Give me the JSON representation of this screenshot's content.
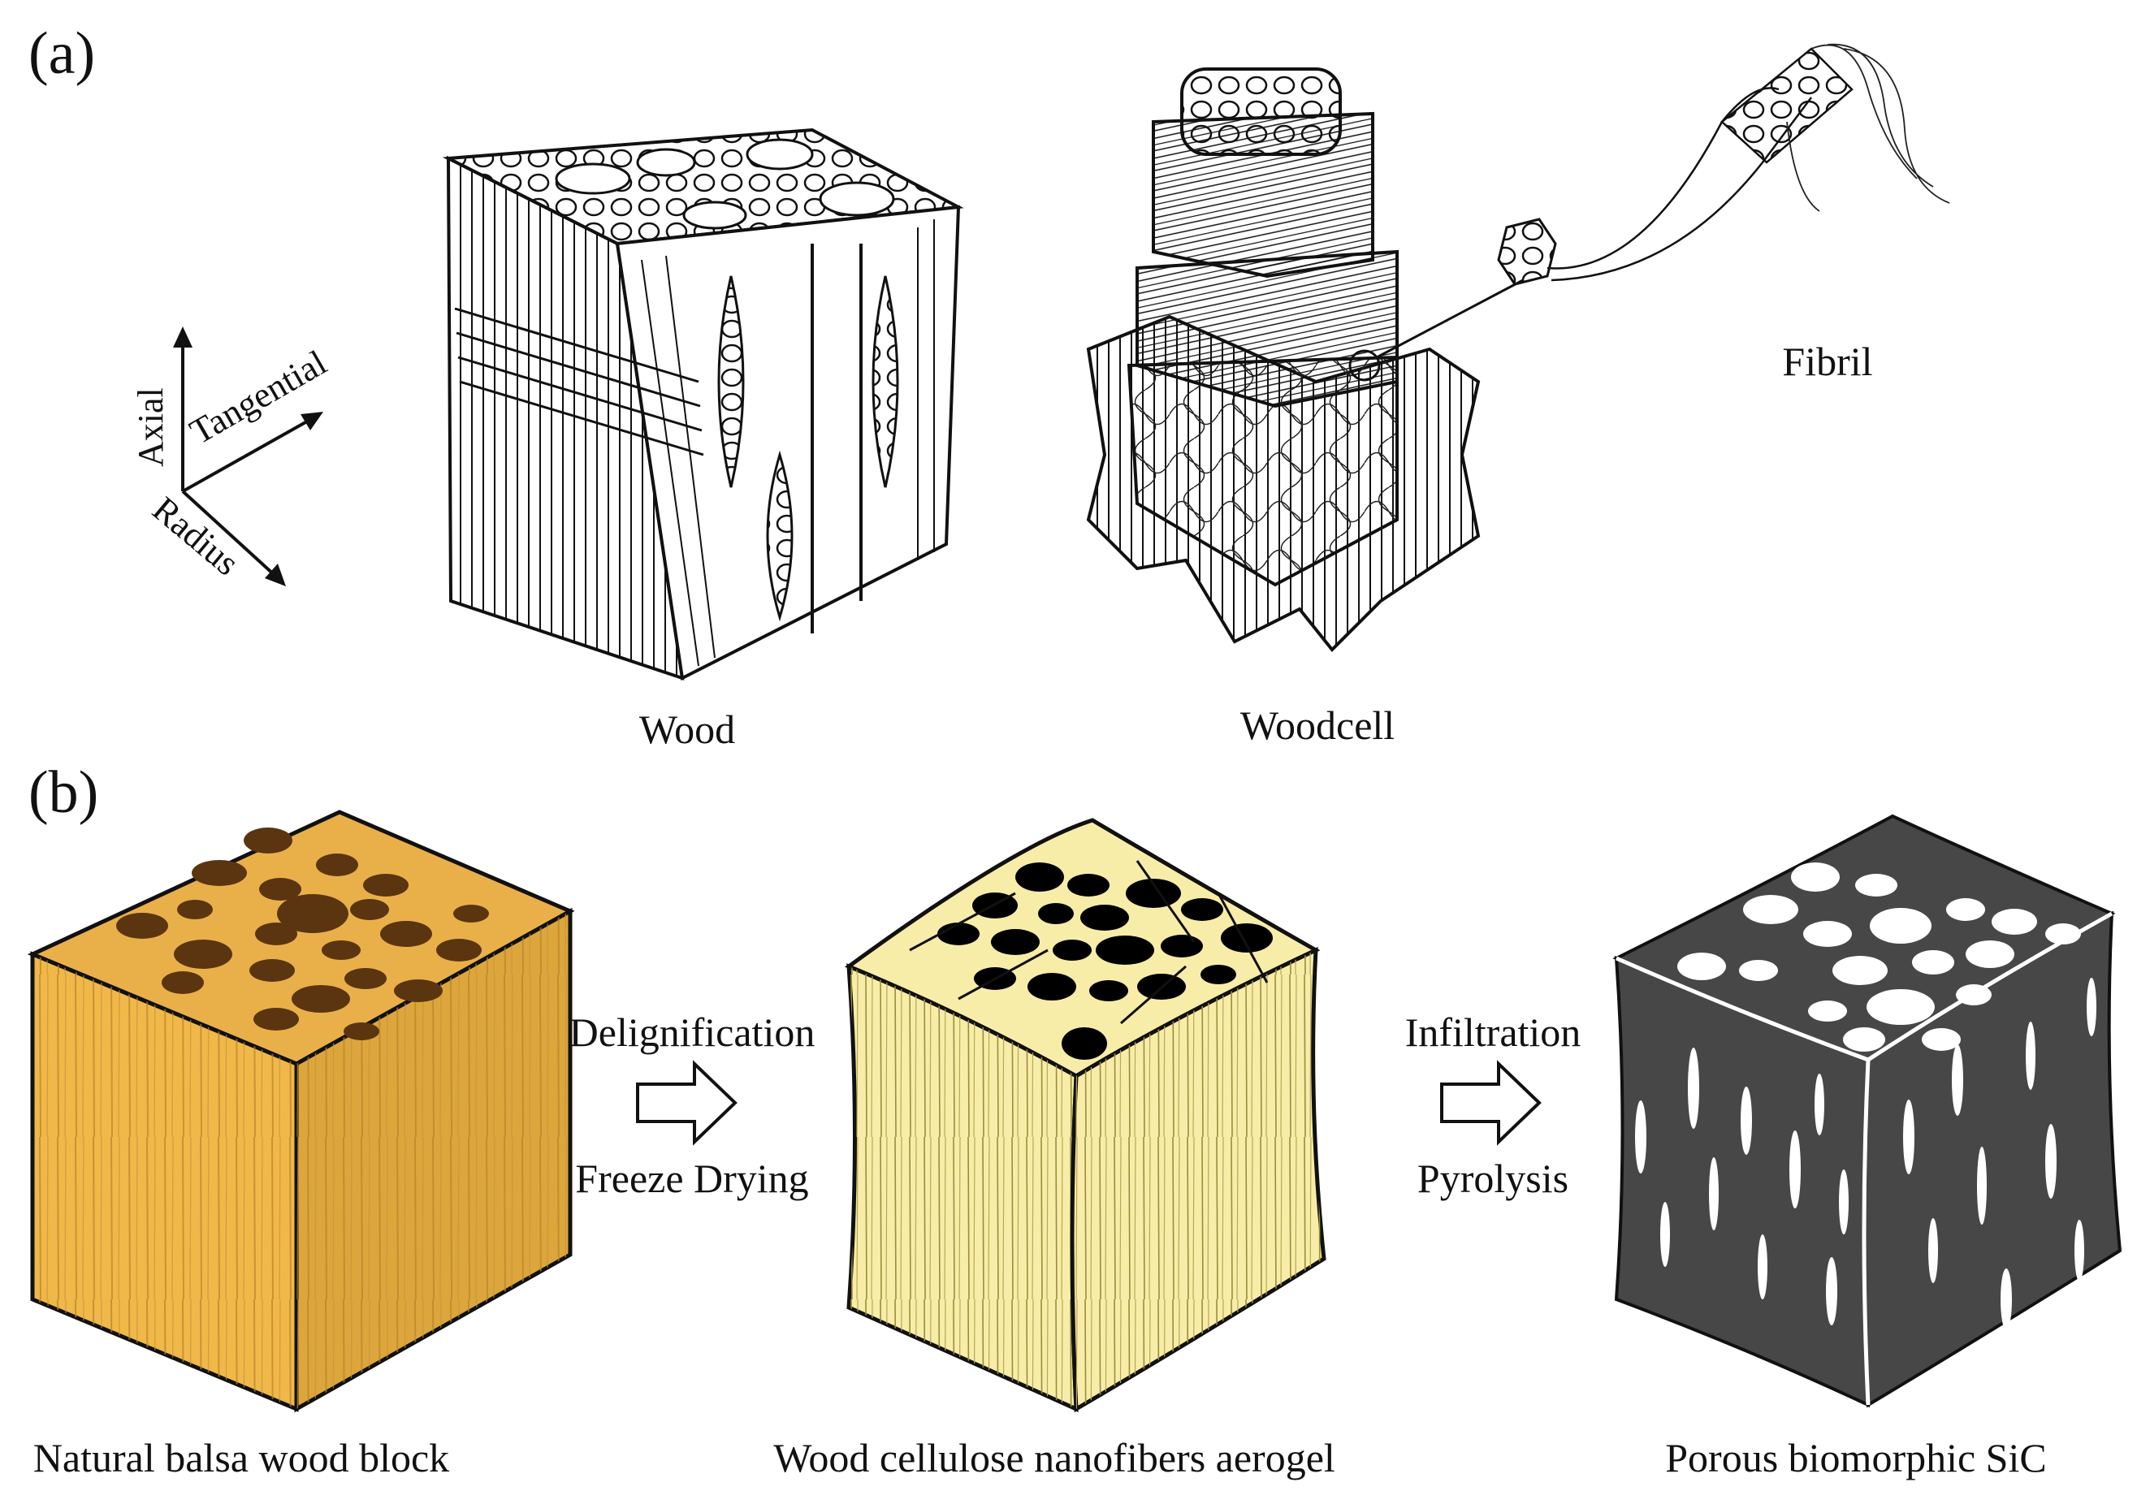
{
  "panel_a": {
    "label": "(a)",
    "axes": {
      "axial": "Axial",
      "tangential": "Tangential",
      "radius": "Radius"
    },
    "wood_caption": "Wood",
    "woodcell_caption": "Woodcell",
    "fibril_caption": "Fibril"
  },
  "panel_b": {
    "label": "(b)",
    "block1_caption": "Natural balsa wood block",
    "step1_top": "Delignification",
    "step1_bottom": "Freeze Drying",
    "block2_caption": "Wood cellulose nanofibers aerogel",
    "step2_top": "Infiltration",
    "step2_bottom": "Pyrolysis",
    "block3_caption": "Porous biomorphic SiC"
  },
  "colors": {
    "balsa_top": "#e9b04a",
    "balsa_left": "#f0b849",
    "balsa_right": "#dca63c",
    "balsa_pore": "#5a3510",
    "aerogel": "#f7eda8",
    "sic": "#474747",
    "line": "#111111"
  }
}
